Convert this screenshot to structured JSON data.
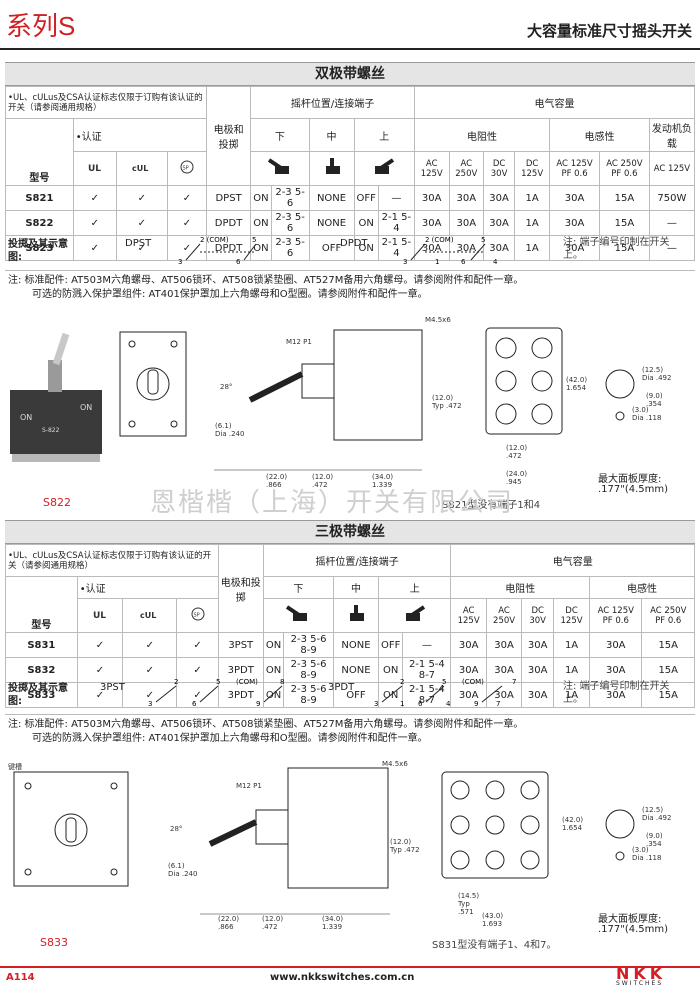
{
  "header": {
    "series": "系列S",
    "title": "大容量标准尺寸摇头开关"
  },
  "sec1": {
    "band": "双极带螺丝",
    "cert_note": "•UL、cULus及CSA认证标志仅限于订购有该认证的开关（请参阅通用规格）",
    "cert_label": "•认证",
    "model_label": "型号",
    "pole_label": "电极和投掷",
    "lever_label": "摇杆位置/连接端子",
    "pos_down": "下",
    "pos_mid": "中",
    "pos_up": "上",
    "slot_label": "键槽",
    "elec_label": "电气容量",
    "resistive": "电阻性",
    "inductive": "电感性",
    "motor": "发动机负载",
    "cols": [
      "AC 125V",
      "AC 250V",
      "DC 30V",
      "DC 125V",
      "AC 125V PF 0.6",
      "AC 250V PF 0.6",
      "AC 125V"
    ],
    "rows": [
      {
        "model": "S821",
        "c1": "✓",
        "c2": "✓",
        "c3": "✓",
        "pole": "DPST",
        "down": "ON",
        "dt": "2-3  5-6",
        "mid": "NONE",
        "up": "OFF",
        "ut": "—",
        "v": [
          "30A",
          "30A",
          "30A",
          "1A",
          "30A",
          "15A",
          "750W"
        ]
      },
      {
        "model": "S822",
        "c1": "✓",
        "c2": "✓",
        "c3": "✓",
        "pole": "DPDT",
        "down": "ON",
        "dt": "2-3  5-6",
        "mid": "NONE",
        "up": "ON",
        "ut": "2-1  5-4",
        "v": [
          "30A",
          "30A",
          "30A",
          "1A",
          "30A",
          "15A",
          "—"
        ]
      },
      {
        "model": "S823",
        "c1": "✓",
        "c2": "✓",
        "c3": "✓",
        "pole": "DPDT",
        "down": "ON",
        "dt": "2-3  5-6",
        "mid": "OFF",
        "up": "ON",
        "ut": "2-1  5-4",
        "v": [
          "30A",
          "30A",
          "30A",
          "1A",
          "30A",
          "15A",
          "—"
        ]
      }
    ],
    "throw_label": "投掷及其示意图:",
    "dpst": "DPST",
    "dpdt": "DPDT",
    "term_note": "注: 端子编号印制在开关上。",
    "note1": "注: 标准配件: AT503M六角螺母、AT506锁环、AT508锁紧垫圈、AT527M备用六角螺母。请参阅附件和配件一章。",
    "note2": "可选的防溅入保护罩组件: AT401保护罩加上六角螺母和O型圈。请参阅附件和配件一章。",
    "photo_caption": "S822",
    "dim_caption": "S821型没有端子1和4",
    "panel_thick": "最大面板厚度:",
    "panel_val": ".177\"(4.5mm)"
  },
  "sec2": {
    "band": "三极带螺丝",
    "rows": [
      {
        "model": "S831",
        "c1": "✓",
        "c2": "✓",
        "c3": "✓",
        "pole": "3PST",
        "down": "ON",
        "dt": "2-3  5-6  8-9",
        "mid": "NONE",
        "up": "OFF",
        "ut": "—",
        "v": [
          "30A",
          "30A",
          "30A",
          "1A",
          "30A",
          "15A"
        ]
      },
      {
        "model": "S832",
        "c1": "✓",
        "c2": "✓",
        "c3": "✓",
        "pole": "3PDT",
        "down": "ON",
        "dt": "2-3  5-6  8-9",
        "mid": "NONE",
        "up": "ON",
        "ut": "2-1  5-4  8-7",
        "v": [
          "30A",
          "30A",
          "30A",
          "1A",
          "30A",
          "15A"
        ]
      },
      {
        "model": "S833",
        "c1": "✓",
        "c2": "✓",
        "c3": "✓",
        "pole": "3PDT",
        "down": "ON",
        "dt": "2-3  5-6  8-9",
        "mid": "OFF",
        "up": "ON",
        "ut": "2-1  5-4  8-7",
        "v": [
          "30A",
          "30A",
          "30A",
          "1A",
          "30A",
          "15A"
        ]
      }
    ],
    "pst": "3PST",
    "pdt": "3PDT",
    "photo_caption": "S833",
    "dim_caption": "S831型没有端子1、4和7。"
  },
  "dims": {
    "m12": "M12 P1",
    "m45": "M4.5x6",
    "angle": "28°",
    "d61": "(6.1) Dia .240",
    "d220": "(22.0) .866",
    "d120": "(12.0) .472",
    "d340": "(34.0) 1.339",
    "d240": "(24.0) .945",
    "d420": "(42.0) 1.654",
    "d12typ": "(12.0) Typ .472",
    "d125": "(12.5) Dia .492",
    "d90": "(9.0) .354",
    "d30": "(3.0) Dia .118",
    "d145": "(14.5) Typ .571",
    "d43": "(43.0) 1.693"
  },
  "watermark": "恩楷楷（上海）开关有限公司",
  "footer": {
    "page": "A114",
    "url": "www.nkkswitches.com.cn",
    "brand": "NKK",
    "brand_sub": "SWITCHES"
  },
  "colors": {
    "accent": "#d11f24",
    "band": "#e5e5e5"
  }
}
